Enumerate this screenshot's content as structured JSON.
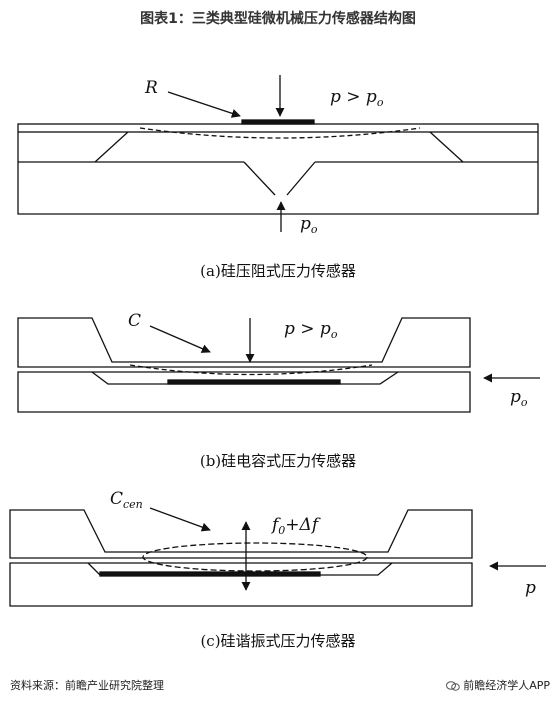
{
  "title": "图表1：三类典型硅微机械压力传感器结构图",
  "panel_a": {
    "label_r": "R",
    "label_p_top": "p > p",
    "label_p_top_sub": "o",
    "label_p_bottom": "p",
    "label_p_bottom_sub": "o",
    "caption": "(a)硅压阻式压力传感器"
  },
  "panel_b": {
    "label_c": "C",
    "label_p_top": "p > p",
    "label_p_top_sub": "o",
    "label_p_right": "p",
    "label_p_right_sub": "o",
    "caption": "(b)硅电容式压力传感器"
  },
  "panel_c": {
    "label_c": "C",
    "label_c_sub": "cen",
    "label_f": "f",
    "label_f_sub": "0",
    "label_f_tail": "+Δf",
    "label_p_right": "p",
    "caption": "(c)硅谐振式压力传感器"
  },
  "footer": {
    "source": "资料来源：前瞻产业研究院整理",
    "brand": "前瞻经济学人APP"
  }
}
